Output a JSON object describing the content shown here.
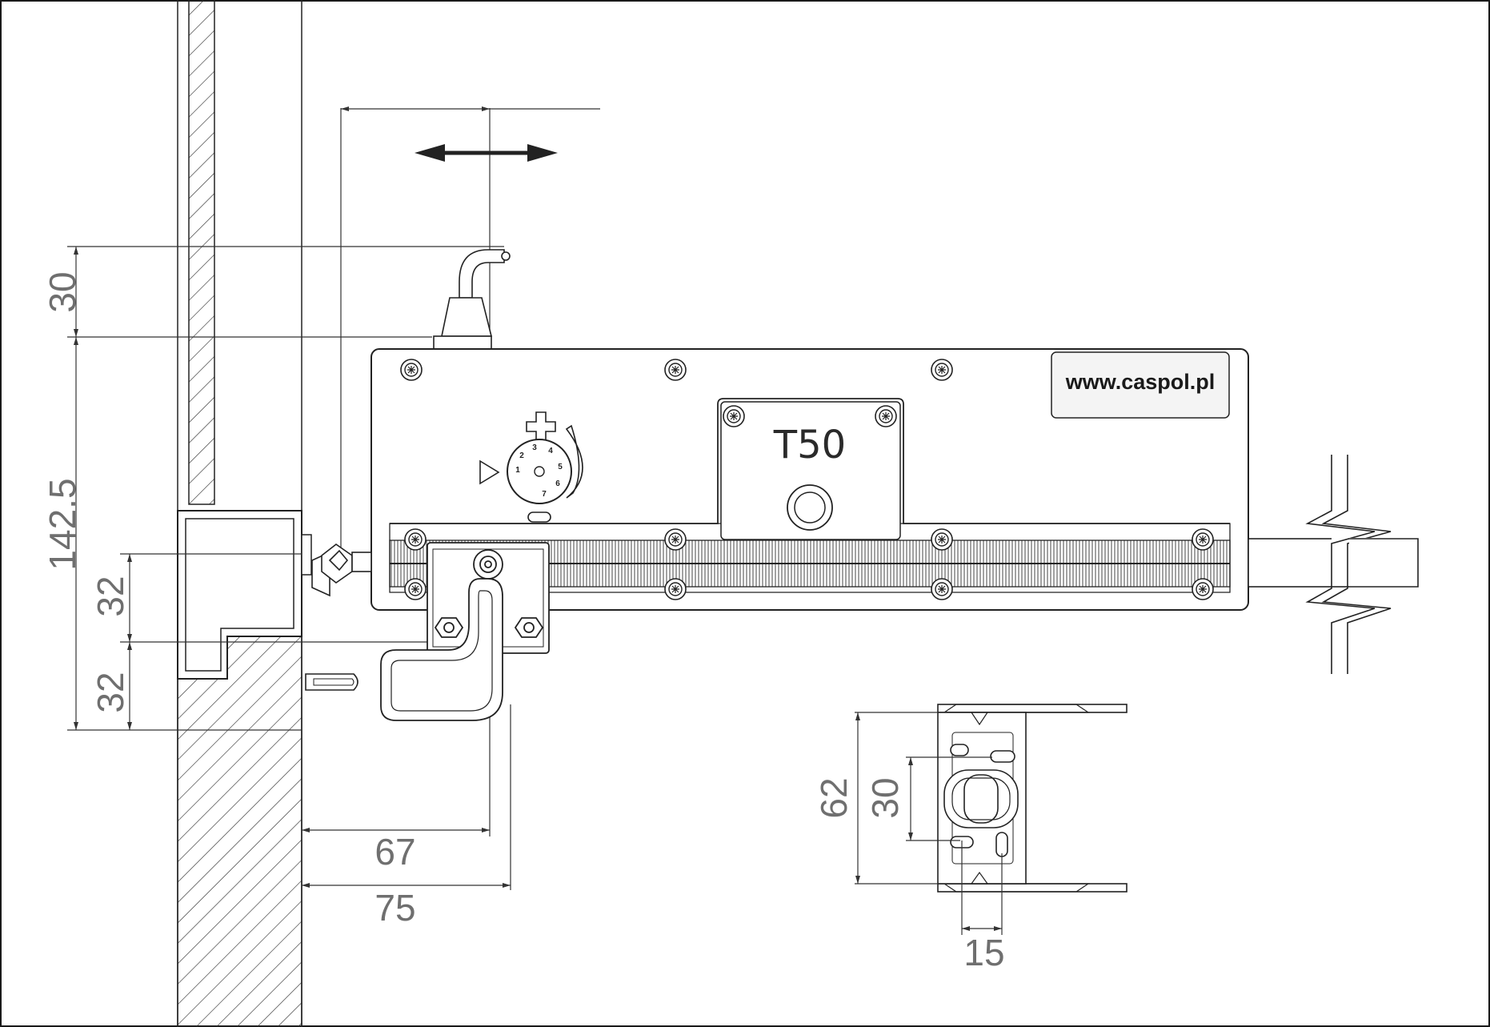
{
  "drawing": {
    "brand_label": "www.caspol.pl",
    "model_label": "T50",
    "dial_marks": [
      "1",
      "2",
      "3",
      "4",
      "5",
      "6",
      "7"
    ],
    "dimensions": {
      "cable_height": "30",
      "body_height": "142.5",
      "upper_gap": "32",
      "lower_gap": "32",
      "offset_short": "67",
      "offset_long": "75",
      "bracket_height": "62",
      "bracket_hole_spacing": "30",
      "bracket_hole_pitch": "15"
    }
  },
  "colors": {
    "line": "#1a1a1a",
    "dimension_line": "#333333",
    "dimension_text": "#6f6f6f",
    "background": "#ffffff",
    "label_fill": "#f4f4f4"
  }
}
